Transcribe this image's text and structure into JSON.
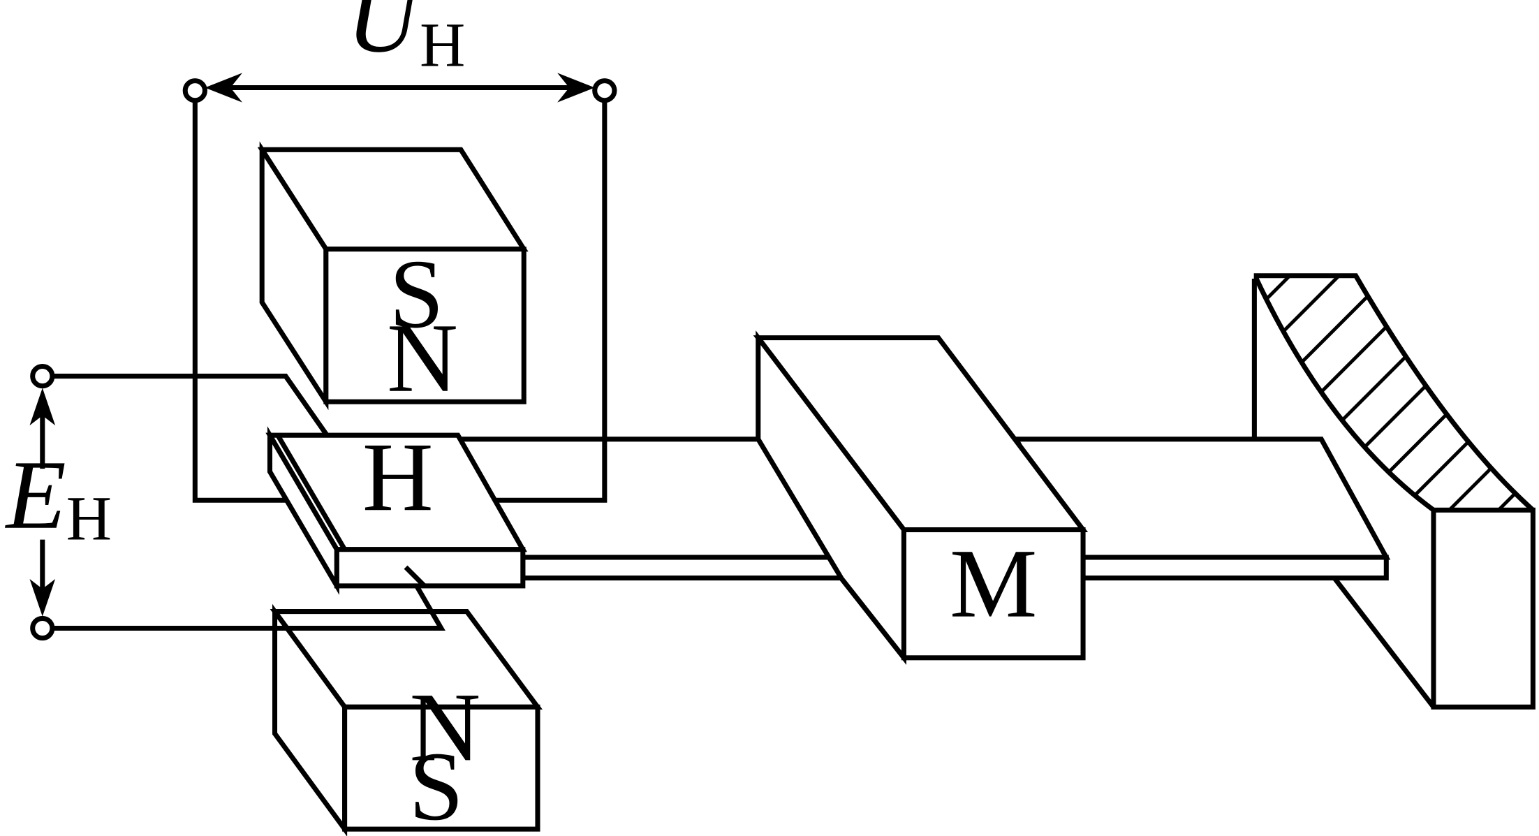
{
  "labels": {
    "hall_voltage": {
      "symbol": "U",
      "subscript": "H"
    },
    "excitation": {
      "symbol": "E",
      "subscript": "H"
    },
    "hall_element": "H",
    "magnet_top": {
      "upper_pole": "S",
      "lower_pole": "N"
    },
    "magnet_bottom": {
      "upper_pole": "N",
      "lower_pole": "S"
    },
    "mass": "M"
  }
}
